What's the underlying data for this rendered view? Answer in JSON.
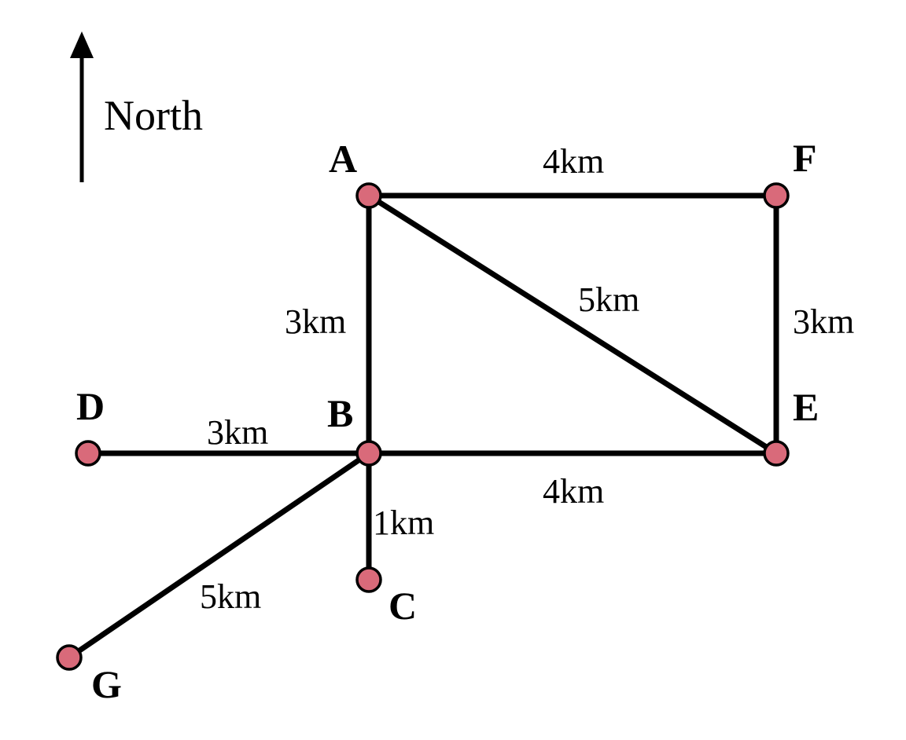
{
  "compass": {
    "label": "North",
    "icon": "north-arrow-icon"
  },
  "colors": {
    "node_fill": "#d96a7a",
    "line": "#000000",
    "background": "#ffffff"
  },
  "nodes": [
    {
      "id": "A",
      "label": "A"
    },
    {
      "id": "F",
      "label": "F"
    },
    {
      "id": "B",
      "label": "B"
    },
    {
      "id": "E",
      "label": "E"
    },
    {
      "id": "D",
      "label": "D"
    },
    {
      "id": "C",
      "label": "C"
    },
    {
      "id": "G",
      "label": "G"
    }
  ],
  "edges": [
    {
      "from": "A",
      "to": "F",
      "label": "4km"
    },
    {
      "from": "A",
      "to": "B",
      "label": "3km"
    },
    {
      "from": "A",
      "to": "E",
      "label": "5km"
    },
    {
      "from": "F",
      "to": "E",
      "label": "3km"
    },
    {
      "from": "D",
      "to": "B",
      "label": "3km"
    },
    {
      "from": "B",
      "to": "E",
      "label": "4km"
    },
    {
      "from": "B",
      "to": "C",
      "label": "1km"
    },
    {
      "from": "B",
      "to": "G",
      "label": "5km"
    }
  ]
}
